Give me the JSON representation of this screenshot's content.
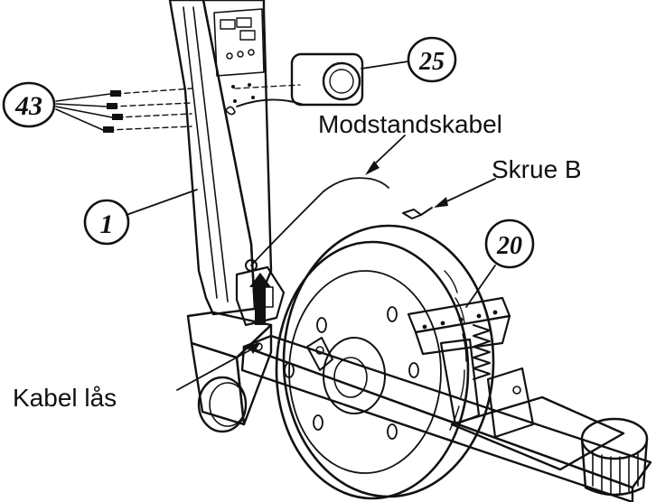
{
  "callouts": {
    "part_43": "43",
    "part_25": "25",
    "part_1": "1",
    "part_20": "20"
  },
  "labels": {
    "resistance_cable": "Modstandskabel",
    "screw_b": "Skrue B",
    "cable_lock": "Kabel lås"
  },
  "colors": {
    "ink": "#111111",
    "paper": "#ffffff",
    "shade": "#d9d9d9"
  }
}
